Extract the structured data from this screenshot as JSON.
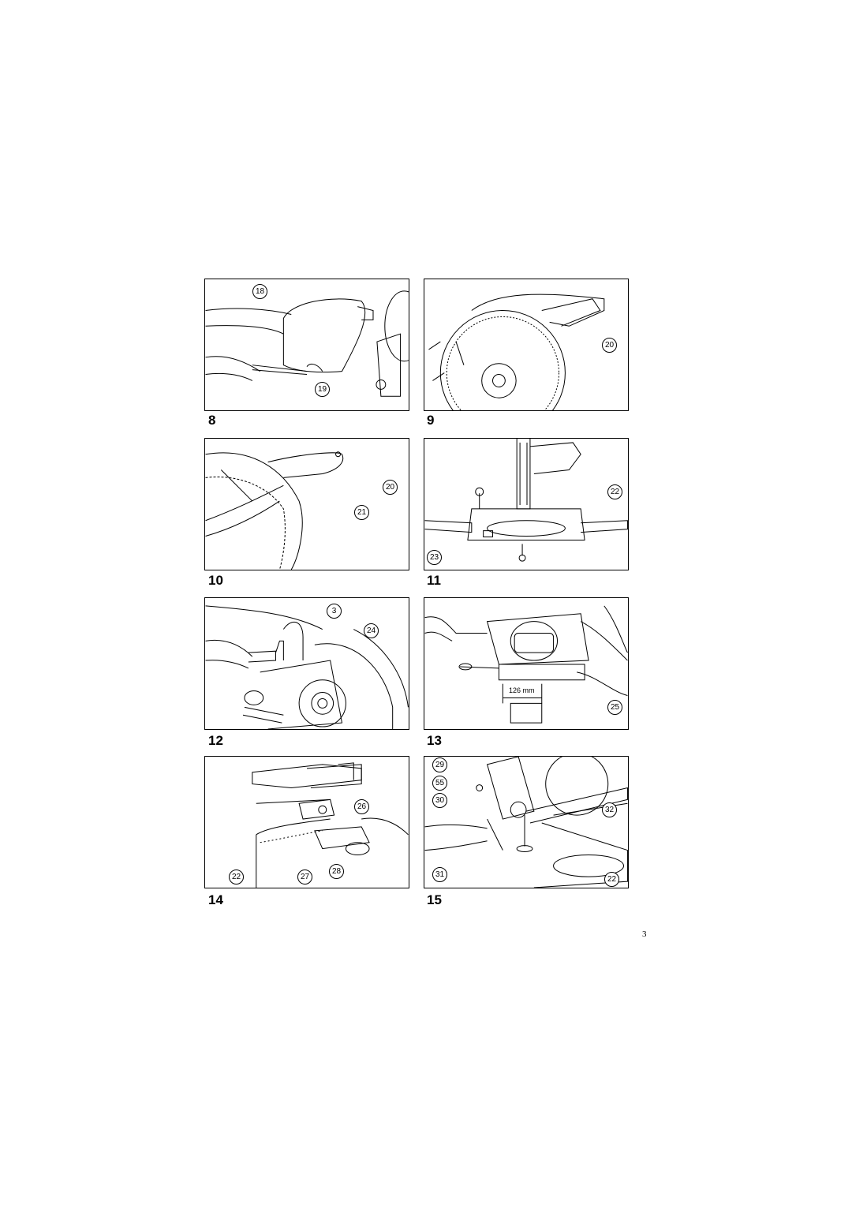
{
  "figures": [
    {
      "number": "8",
      "callouts": [
        "18",
        "19"
      ]
    },
    {
      "number": "9",
      "callouts": [
        "20"
      ]
    },
    {
      "number": "10",
      "callouts": [
        "20",
        "21"
      ]
    },
    {
      "number": "11",
      "callouts": [
        "22",
        "23"
      ]
    },
    {
      "number": "12",
      "callouts": [
        "3",
        "24"
      ]
    },
    {
      "number": "13",
      "callouts": [
        "25"
      ],
      "dimension_label": "126 mm"
    },
    {
      "number": "14",
      "callouts": [
        "26",
        "22",
        "27",
        "28"
      ]
    },
    {
      "number": "15",
      "callouts": [
        "29",
        "55",
        "30",
        "32",
        "31",
        "22"
      ]
    }
  ],
  "page_number": "3"
}
